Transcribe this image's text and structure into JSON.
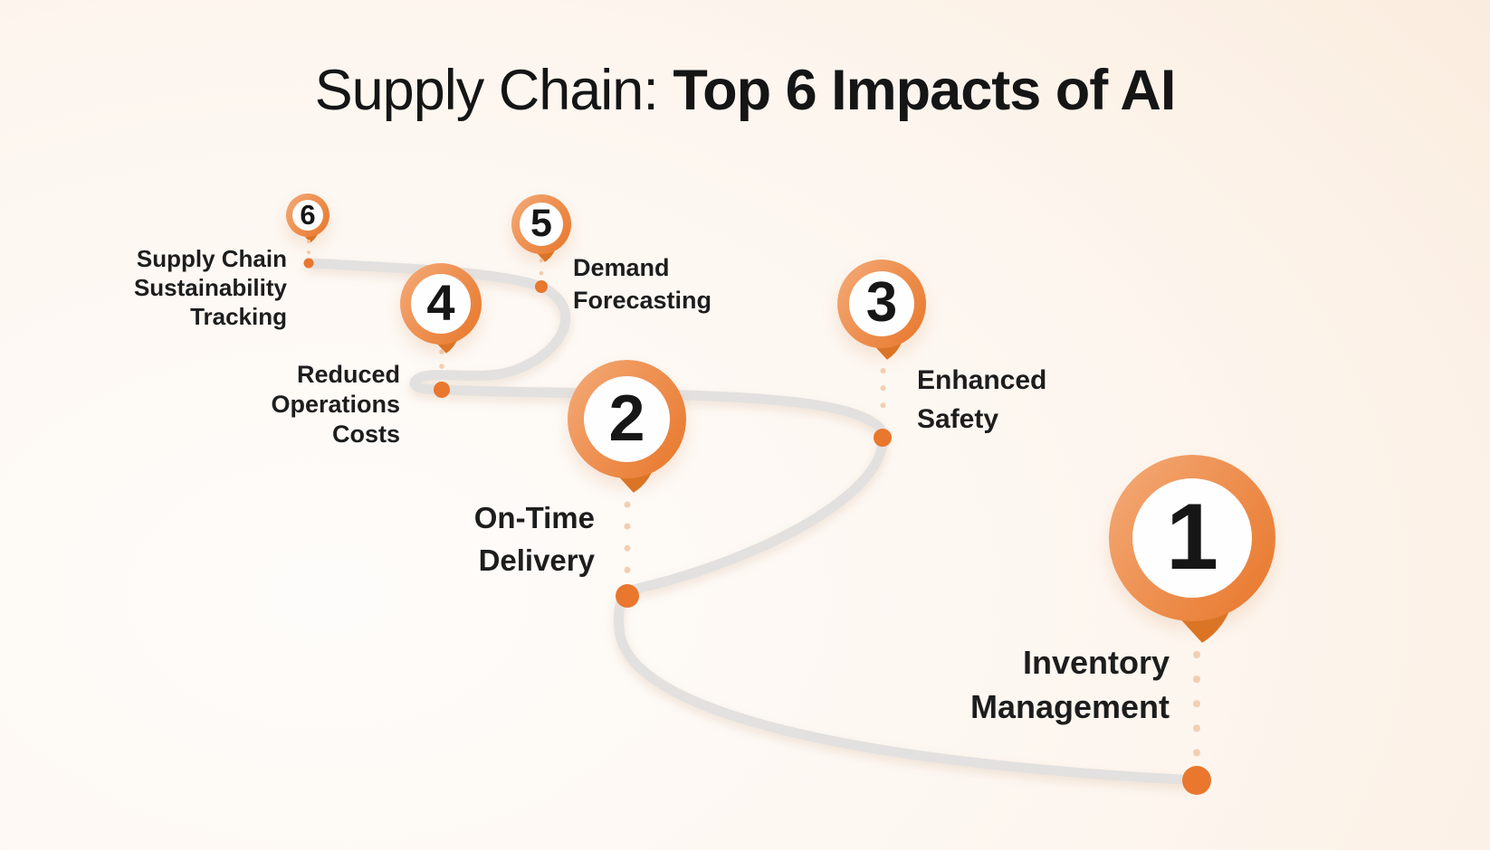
{
  "title": {
    "prefix": "Supply Chain: ",
    "emphasis": "Top 6 Impacts of AI"
  },
  "steps": [
    {
      "number": "1",
      "label": "Inventory\nManagement"
    },
    {
      "number": "2",
      "label": "On-Time\nDelivery"
    },
    {
      "number": "3",
      "label": "Enhanced\nSafety"
    },
    {
      "number": "4",
      "label": "Reduced\nOperations\nCosts"
    },
    {
      "number": "5",
      "label": "Demand\nForecasting"
    },
    {
      "number": "6",
      "label": "Supply Chain\nSustainability\nTracking"
    }
  ],
  "colors": {
    "accent_orange": "#E9772E",
    "ring_gradient_light": "#F4AB79",
    "ring_gradient_dark": "#E8772A",
    "tail_orange": "#DD7322",
    "route_gray": "#E3E1DF",
    "dotted_connector": "#F4CEB0",
    "text_dark": "#1D1D1D",
    "background_cream": "#FDF6EF"
  }
}
